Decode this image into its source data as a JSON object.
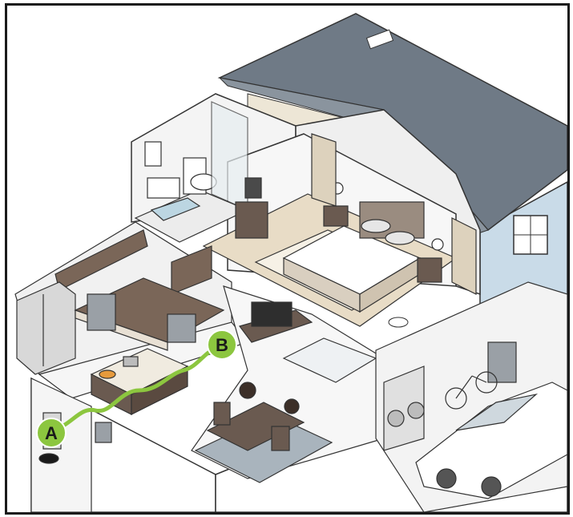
{
  "markers": {
    "start_label": "A",
    "end_label": "B"
  },
  "colors": {
    "path_green": "#8cc63f",
    "roof": "#6f7a86",
    "floor_wood": "#e8dcc6",
    "wall": "#f2f2f2",
    "outline": "#333333",
    "siding_blue": "#c9dbe8"
  },
  "icons": [
    "house-cutaway-illustration",
    "path-line",
    "marker-a",
    "marker-b",
    "robot-vacuum-icon",
    "car-icon",
    "bicycle-icon",
    "laptop-icon"
  ]
}
